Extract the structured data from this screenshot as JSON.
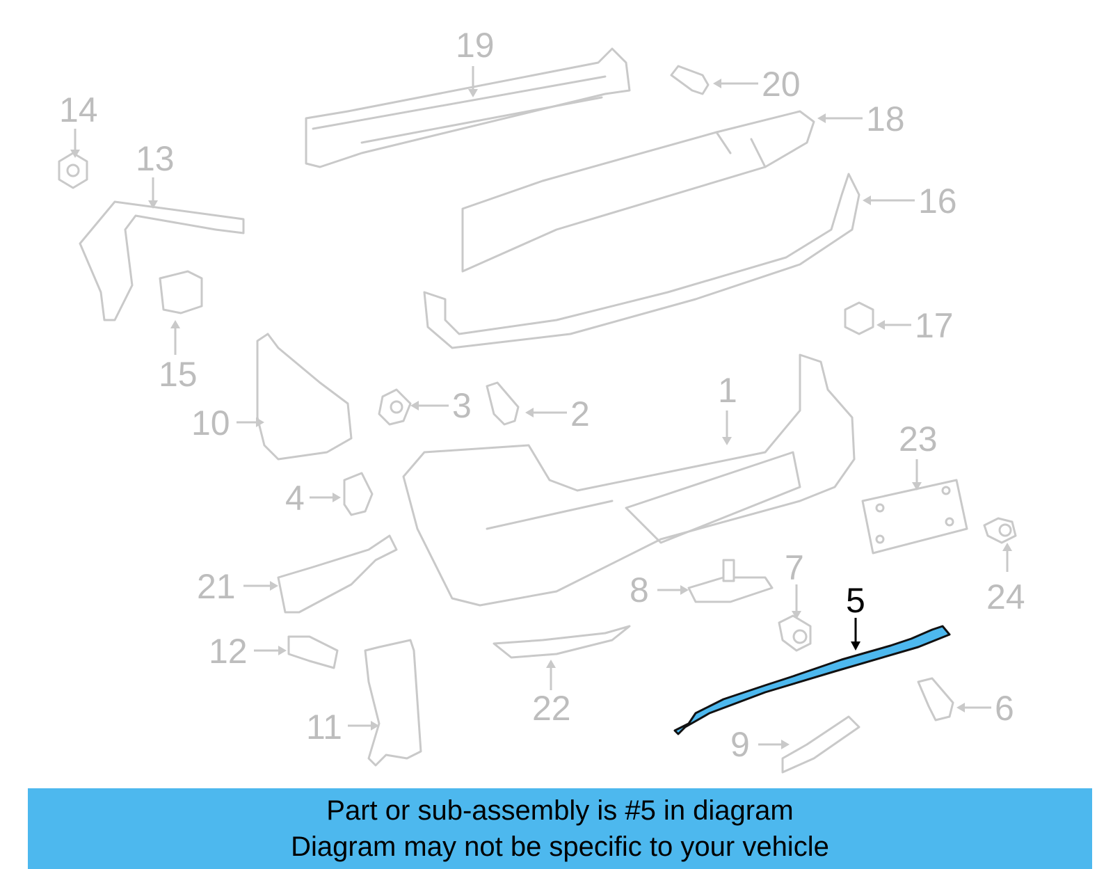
{
  "diagram": {
    "highlighted_part": "5",
    "highlight_color": "#4db8ee",
    "callouts": [
      {
        "id": "c1",
        "label": "1"
      },
      {
        "id": "c2",
        "label": "2"
      },
      {
        "id": "c3",
        "label": "3"
      },
      {
        "id": "c4",
        "label": "4"
      },
      {
        "id": "c5",
        "label": "5"
      },
      {
        "id": "c6",
        "label": "6"
      },
      {
        "id": "c7",
        "label": "7"
      },
      {
        "id": "c8",
        "label": "8"
      },
      {
        "id": "c9",
        "label": "9"
      },
      {
        "id": "c10",
        "label": "10"
      },
      {
        "id": "c11",
        "label": "11"
      },
      {
        "id": "c12",
        "label": "12"
      },
      {
        "id": "c13",
        "label": "13"
      },
      {
        "id": "c14",
        "label": "14"
      },
      {
        "id": "c15",
        "label": "15"
      },
      {
        "id": "c16",
        "label": "16"
      },
      {
        "id": "c17",
        "label": "17"
      },
      {
        "id": "c18",
        "label": "18"
      },
      {
        "id": "c19",
        "label": "19"
      },
      {
        "id": "c20",
        "label": "20"
      },
      {
        "id": "c21",
        "label": "21"
      },
      {
        "id": "c22",
        "label": "22"
      },
      {
        "id": "c23",
        "label": "23"
      },
      {
        "id": "c24",
        "label": "24"
      }
    ]
  },
  "banner": {
    "line1": "Part or sub-assembly is #5 in diagram",
    "line2": "Diagram may not be specific to your vehicle",
    "background": "#4db8ee"
  }
}
